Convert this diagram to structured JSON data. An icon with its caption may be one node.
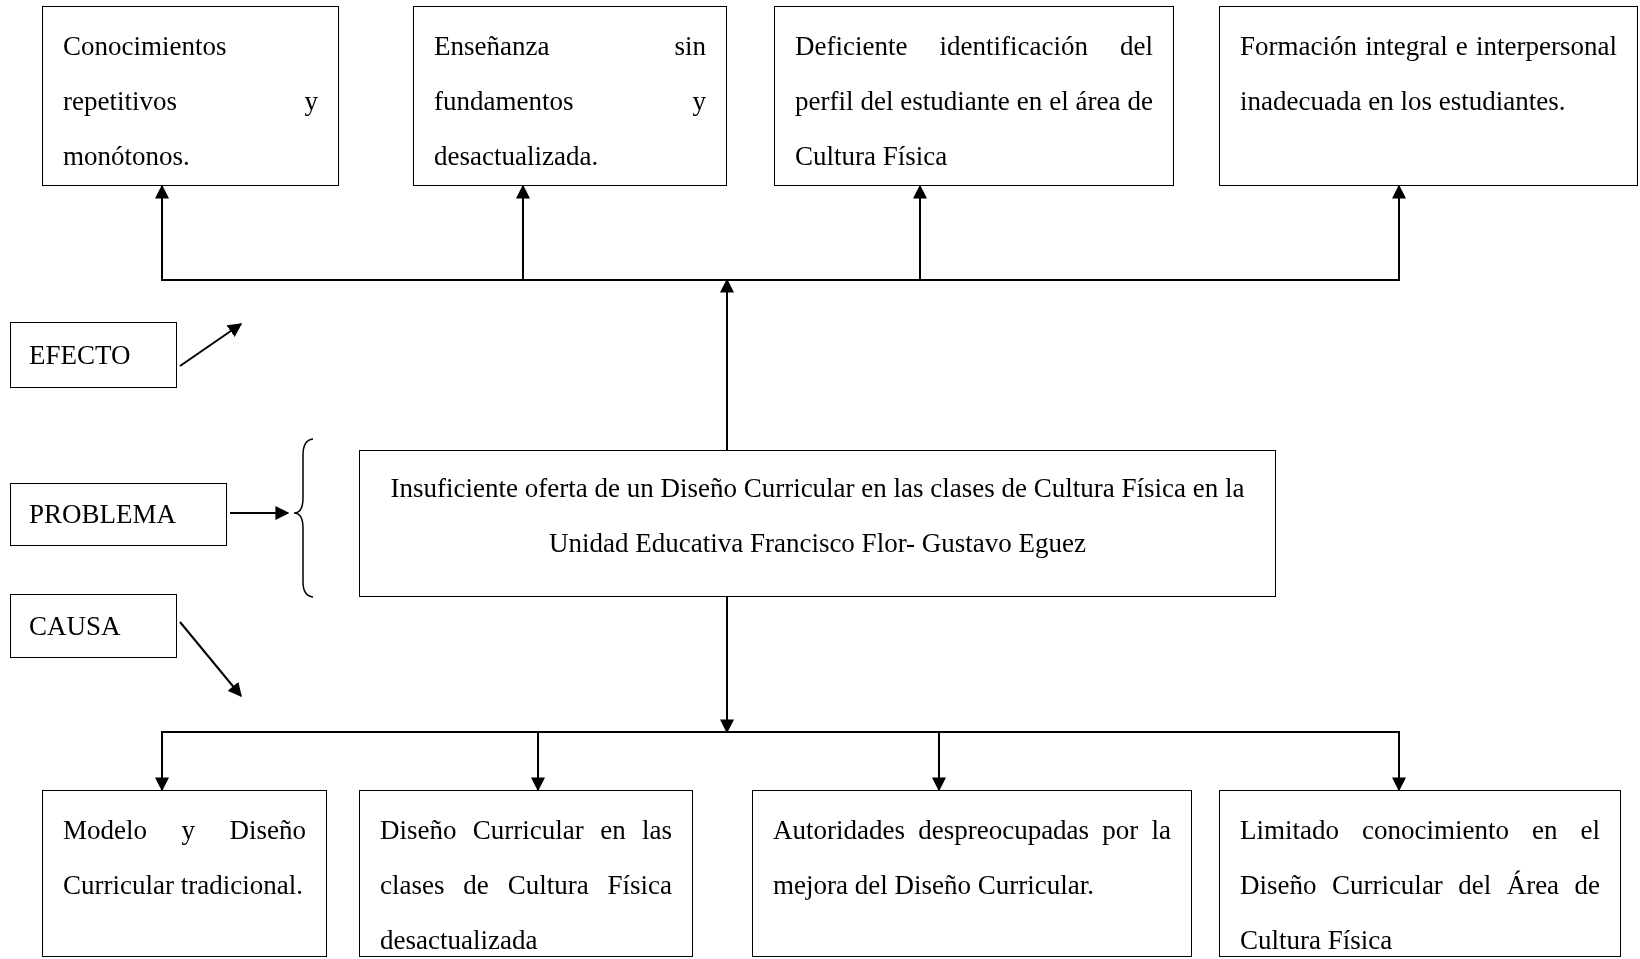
{
  "diagram": {
    "nodes": [
      {
        "text": [
          "Conocimientos repetitivos y monótonos."
        ]
      },
      {
        "text": [
          "Enseñanza sin fundamentos y desactualizada."
        ]
      },
      {
        "text": [
          "Deficiente identificación del perfil del estudiante en el área de Cultura Física"
        ]
      },
      {
        "text": [
          "Formación integral e interpersonal inadecuada en los estudiantes."
        ]
      },
      {
        "text": [
          "EFECTO"
        ]
      },
      {
        "text": [
          "PROBLEMA"
        ]
      },
      {
        "text": [
          "Insuficiente oferta de un Diseño Curricular en las clases de Cultura Física en la Unidad Educativa Francisco Flor- Gustavo Eguez"
        ]
      },
      {
        "text": [
          "CAUSA"
        ]
      },
      {
        "text": [
          "Modelo y Diseño Curricular tradicional."
        ]
      },
      {
        "text": [
          "Diseño Curricular en las clases de Cultura Física desactualizada"
        ]
      },
      {
        "text": [
          "Autoridades despreocupadas por la mejora del Diseño Curricular."
        ]
      },
      {
        "text": [
          "Limitado conocimiento en el Diseño Curricular del Área de Cultura Física"
        ]
      }
    ],
    "edges": [
      {
        "from": 6,
        "to": 0,
        "arrow": "to"
      },
      {
        "from": 6,
        "to": 1,
        "arrow": "to"
      },
      {
        "from": 6,
        "to": 2,
        "arrow": "to"
      },
      {
        "from": 6,
        "to": 3,
        "arrow": "to"
      },
      {
        "from": 6,
        "to": 8,
        "arrow": "to"
      },
      {
        "from": 6,
        "to": 9,
        "arrow": "to"
      },
      {
        "from": 6,
        "to": 10,
        "arrow": "to"
      },
      {
        "from": 6,
        "to": 11,
        "arrow": "to"
      },
      {
        "from": 4,
        "to": null,
        "arrow": "to"
      },
      {
        "from": 5,
        "to": null,
        "arrow": "to"
      },
      {
        "from": 7,
        "to": null,
        "arrow": "to"
      }
    ]
  }
}
